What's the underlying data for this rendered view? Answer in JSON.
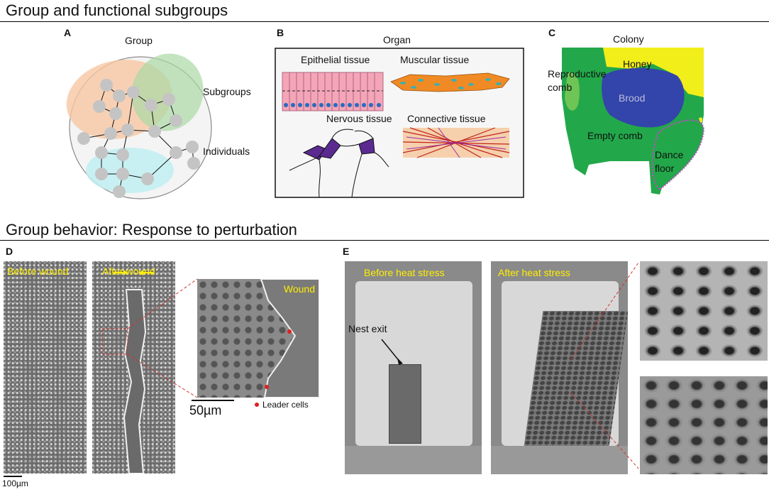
{
  "section1": {
    "title": "Group and functional subgroups"
  },
  "section2": {
    "title": "Group behavior: Response to perturbation"
  },
  "panelA": {
    "letter": "A",
    "group_label": "Group",
    "subgroups_label": "Subgroups",
    "individuals_label": "Individuals"
  },
  "panelB": {
    "letter": "B",
    "organ_label": "Organ",
    "epithelial": "Epithelial tissue",
    "muscular": "Muscular tissue",
    "nervous": "Nervous tissue",
    "connective": "Connective tissue"
  },
  "panelC": {
    "letter": "C",
    "colony_label": "Colony",
    "reproductive": "Reproductive",
    "comb": "comb",
    "honey": "Honey",
    "brood": "Brood",
    "empty_comb": "Empty comb",
    "dance": "Dance",
    "floor": "floor"
  },
  "panelD": {
    "letter": "D",
    "before": "Before wound",
    "after": "After wound",
    "wound": "Wound",
    "scale_50": "50µm",
    "leader": "Leader cells",
    "scale_100": "100µm"
  },
  "panelE": {
    "letter": "E",
    "before": "Before heat stress",
    "after": "After heat stress",
    "nest_exit": "Nest exit"
  },
  "colors": {
    "rule": "#000000",
    "yellow_label": "#ffee00",
    "comb_green": "#22a84a",
    "brood_blue": "#3344aa",
    "honey_yellow": "#f2ee1a",
    "epithelial_pink": "#f4a6b8",
    "muscle_orange": "#f08a24",
    "neuron_purple": "#5a2a90"
  }
}
